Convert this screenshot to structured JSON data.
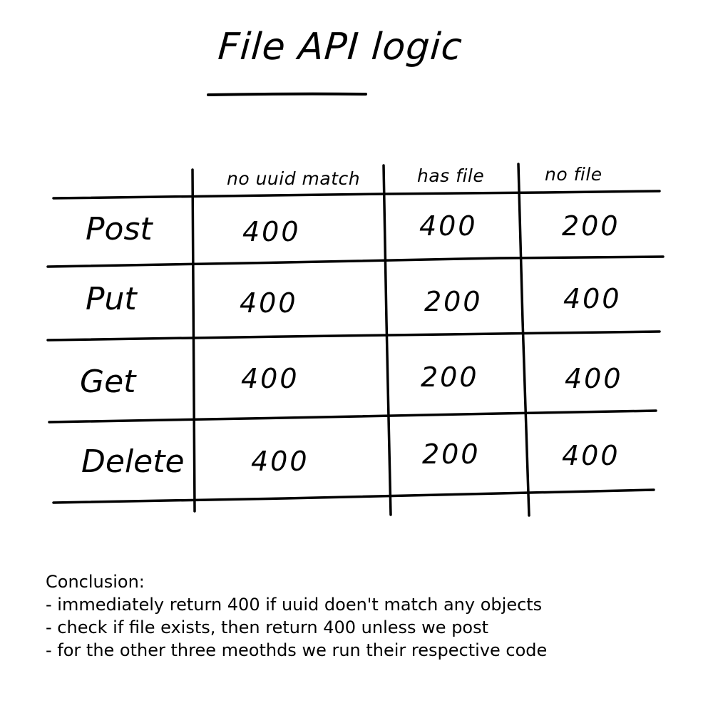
{
  "title": "File API logic",
  "table": {
    "columns": [
      "no uuid match",
      "has file",
      "no file"
    ],
    "rows": [
      {
        "method": "Post",
        "values": [
          "400",
          "400",
          "200"
        ]
      },
      {
        "method": "Put",
        "values": [
          "400",
          "200",
          "400"
        ]
      },
      {
        "method": "Get",
        "values": [
          "400",
          "200",
          "400"
        ]
      },
      {
        "method": "Delete",
        "values": [
          "400",
          "200",
          "400"
        ]
      }
    ]
  },
  "conclusion": {
    "heading": "Conclusion:",
    "lines": [
      "- immediately return 400 if uuid doen't match any objects",
      "- check if file exists, then return 400 unless we post",
      "- for the other three meothds we run their respective code"
    ]
  }
}
